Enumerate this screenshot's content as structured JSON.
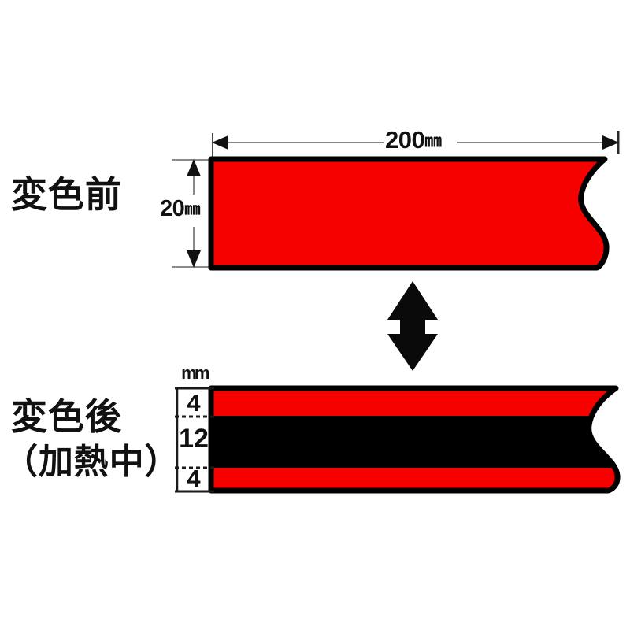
{
  "diagram": {
    "title_visible": false,
    "background_color": "#ffffff",
    "captions": {
      "before_label": "変色前",
      "after_label": "変色後",
      "after_sublabel": "（加熱中）"
    },
    "top_specimen": {
      "name": "before-color-change-bar",
      "fill_color": "#f70000",
      "outline_color": "#000000",
      "length_label": "200",
      "length_unit": "㎜",
      "height_label": "20",
      "height_unit": "㎜",
      "right_edge_style": "s-curve-torn-edge"
    },
    "bottom_specimen": {
      "name": "after-color-change-bar",
      "outline_color": "#000000",
      "right_edge_style": "s-curve-torn-edge",
      "scale_unit": "mm",
      "bands": [
        {
          "label": "4",
          "color": "#f70000",
          "name": "top-red-band"
        },
        {
          "label": "12",
          "color": "#000000",
          "name": "middle-black-band"
        },
        {
          "label": "4",
          "color": "#f70000",
          "name": "bottom-red-band"
        }
      ]
    },
    "transition_arrow": {
      "name": "double-headed-vertical-arrow",
      "color": "#000000",
      "direction": "up-down"
    }
  }
}
